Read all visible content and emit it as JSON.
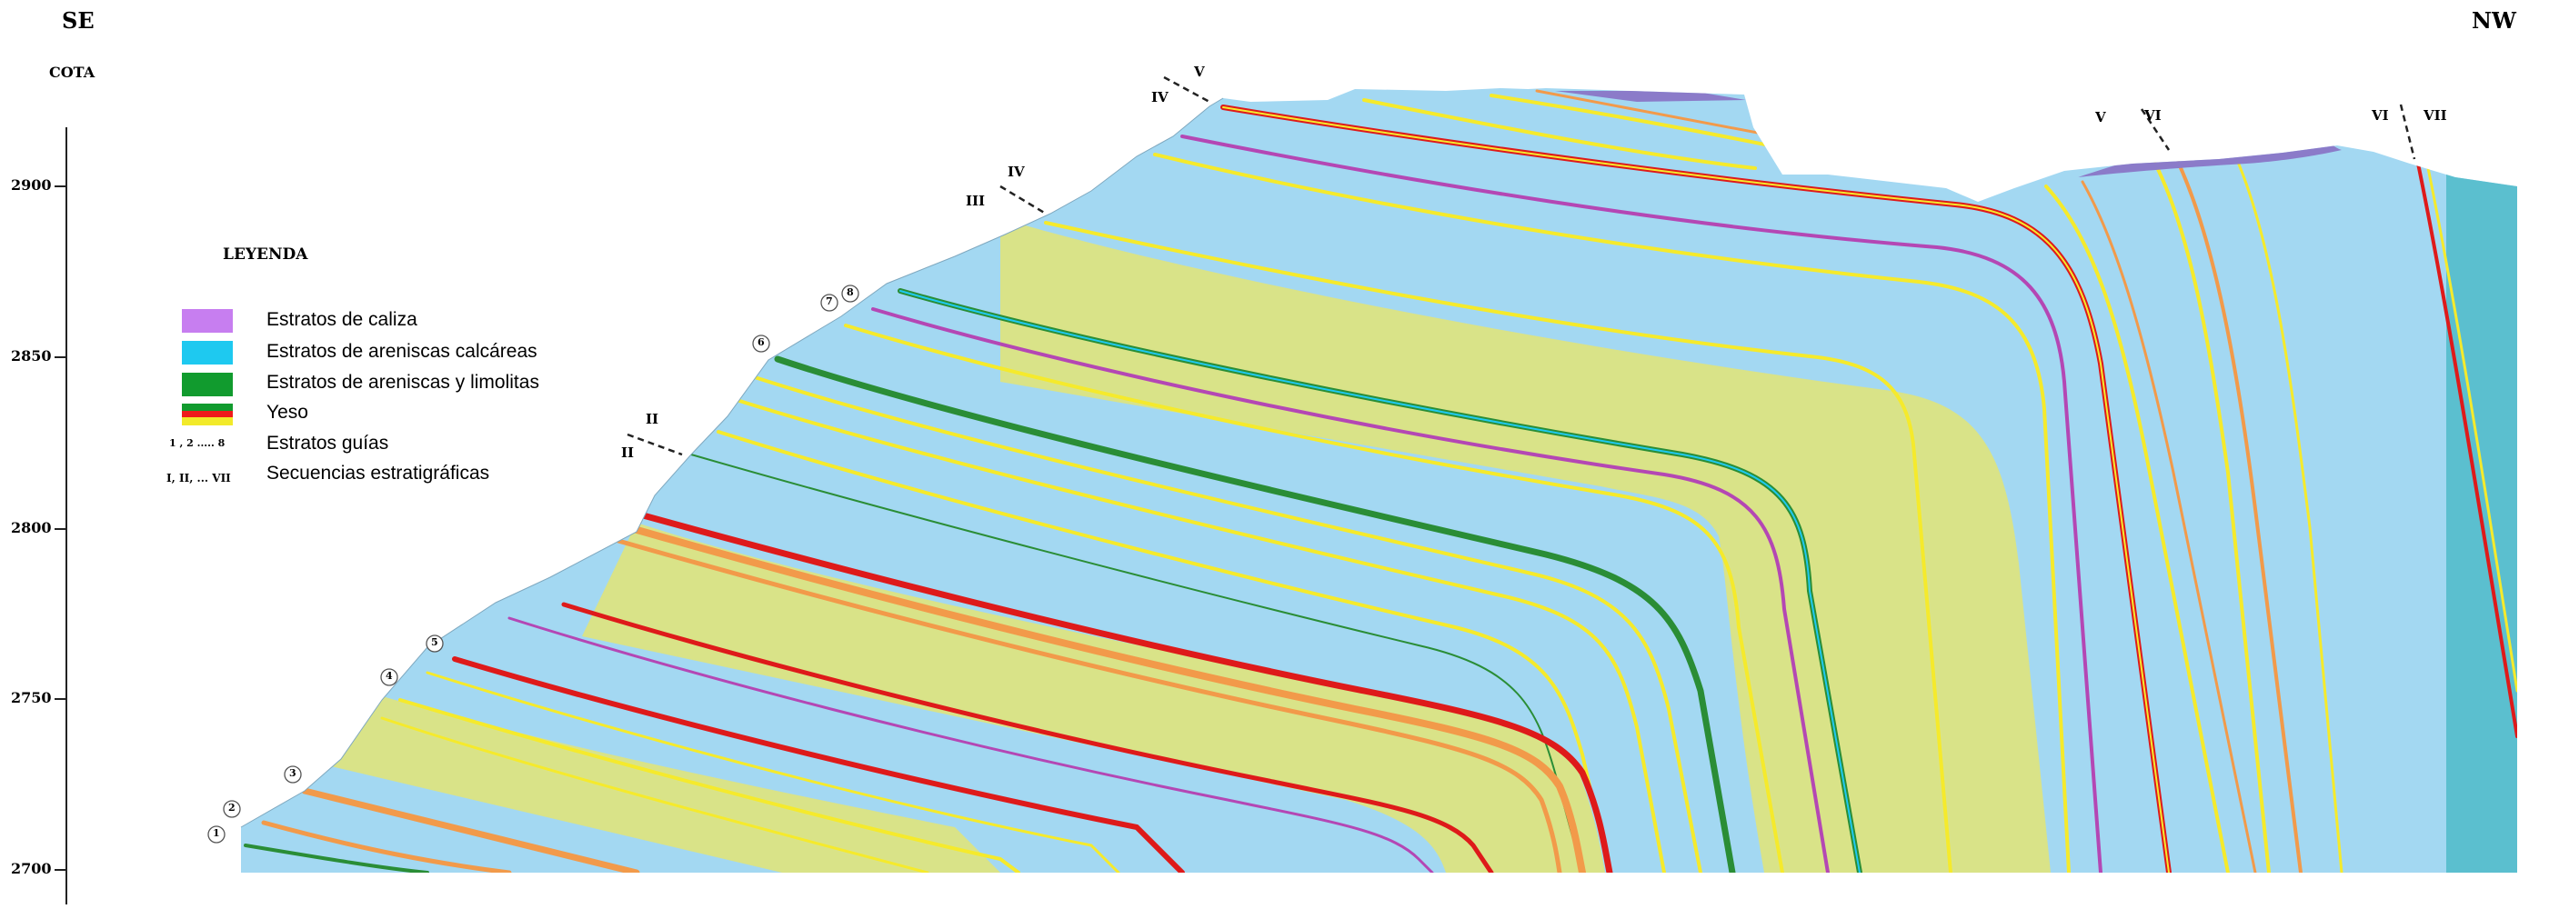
{
  "header": {
    "left_dir": "SE",
    "right_dir": "NW",
    "axis_title": "COTA"
  },
  "axis": {
    "ticks": [
      "2900",
      "2850",
      "2800",
      "2750",
      "2700"
    ]
  },
  "legend": {
    "title": "LEYENDA",
    "items": [
      {
        "label": "Estratos de caliza",
        "color": "#c77ef0"
      },
      {
        "label": "Estratos de areniscas calcáreas",
        "color": "#1ec9f0"
      },
      {
        "label": "Estratos de areniscas y limolitas",
        "color": "#119b2e"
      },
      {
        "label": "Yeso",
        "colors": [
          "#119b2e",
          "#ef1b1b",
          "#f2ea2a"
        ]
      },
      {
        "label": "Estratos guías",
        "symbol": "1 , 2 ..... 8"
      },
      {
        "label": "Secuencias estratigráficas",
        "symbol": "I, II, ... VII"
      }
    ]
  },
  "marker_labels": [
    "1",
    "2",
    "3",
    "4",
    "5",
    "6",
    "7",
    "8"
  ],
  "sequence_labels": [
    "II",
    "II",
    "III",
    "IV",
    "IV",
    "V",
    "V",
    "VI",
    "VI",
    "VII"
  ],
  "colors": {
    "sandstone": "#a3d8f2",
    "marl": "#d9e388",
    "limestone": "#8b7bc9",
    "deep_blue": "#5bbfcf",
    "yellow": "#f5ea2c",
    "red": "#de1a1a",
    "orange": "#f29a4a",
    "green": "#2a8d36",
    "magenta": "#b447b4"
  }
}
